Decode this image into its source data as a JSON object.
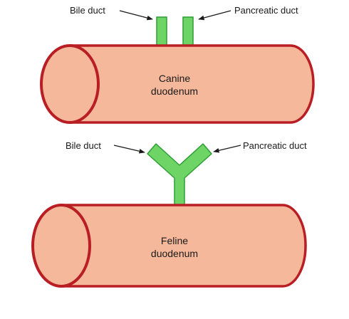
{
  "canine": {
    "bile_label": "Bile duct",
    "pancreatic_label": "Pancreatic duct",
    "organ_line1": "Canine",
    "organ_line2": "duodenum"
  },
  "feline": {
    "bile_label": "Bile duct",
    "pancreatic_label": "Pancreatic duct",
    "organ_line1": "Feline",
    "organ_line2": "duodenum"
  },
  "colors": {
    "tube_fill": "#f6b89a",
    "tube_outline": "#b81e24",
    "duct_fill": "#6ed466",
    "duct_outline": "#2f9e36"
  }
}
